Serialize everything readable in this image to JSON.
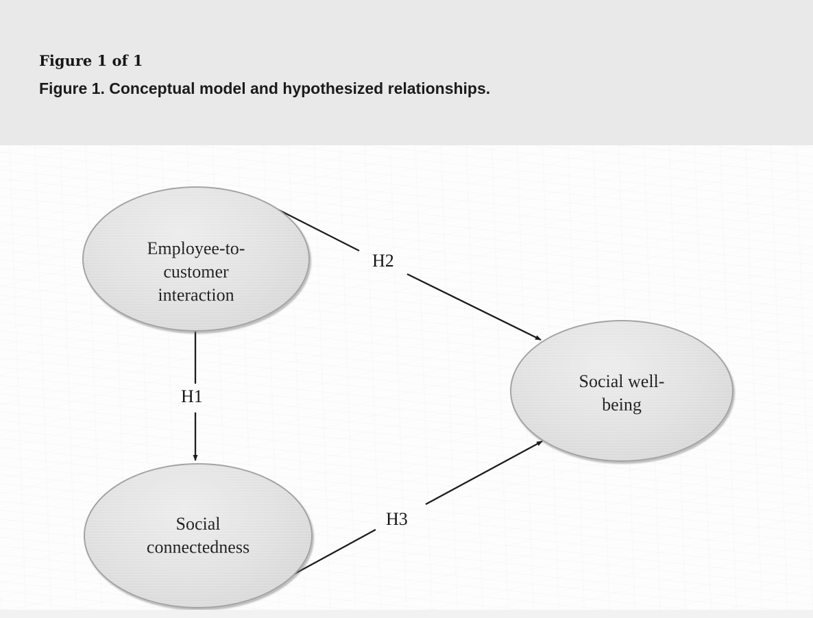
{
  "header": {
    "figure_counter": "Figure 1 of 1",
    "caption": "Figure 1. Conceptual model and hypothesized relationships."
  },
  "diagram": {
    "nodes": [
      {
        "id": "employee-to-customer-interaction",
        "lines": [
          "Employee-to-",
          "customer",
          "interaction"
        ]
      },
      {
        "id": "social-connectedness",
        "lines": [
          "Social",
          "connectedness"
        ]
      },
      {
        "id": "social-well-being",
        "lines": [
          "Social well-",
          "being"
        ]
      }
    ],
    "edges": [
      {
        "id": "h1",
        "label": "H1",
        "from": "employee-to-customer-interaction",
        "to": "social-connectedness"
      },
      {
        "id": "h2",
        "label": "H2",
        "from": "employee-to-customer-interaction",
        "to": "social-well-being"
      },
      {
        "id": "h3",
        "label": "H3",
        "from": "social-connectedness",
        "to": "social-well-being"
      }
    ]
  },
  "colors": {
    "header_bg": "#e9e9e9",
    "canvas_bg": "#fdfdfd",
    "node_fill_light": "#ececec",
    "node_fill_dark": "#d2d2d2",
    "node_border": "#a3a3a3",
    "arrow": "#1c1c1c",
    "text": "#1a1a1a"
  }
}
